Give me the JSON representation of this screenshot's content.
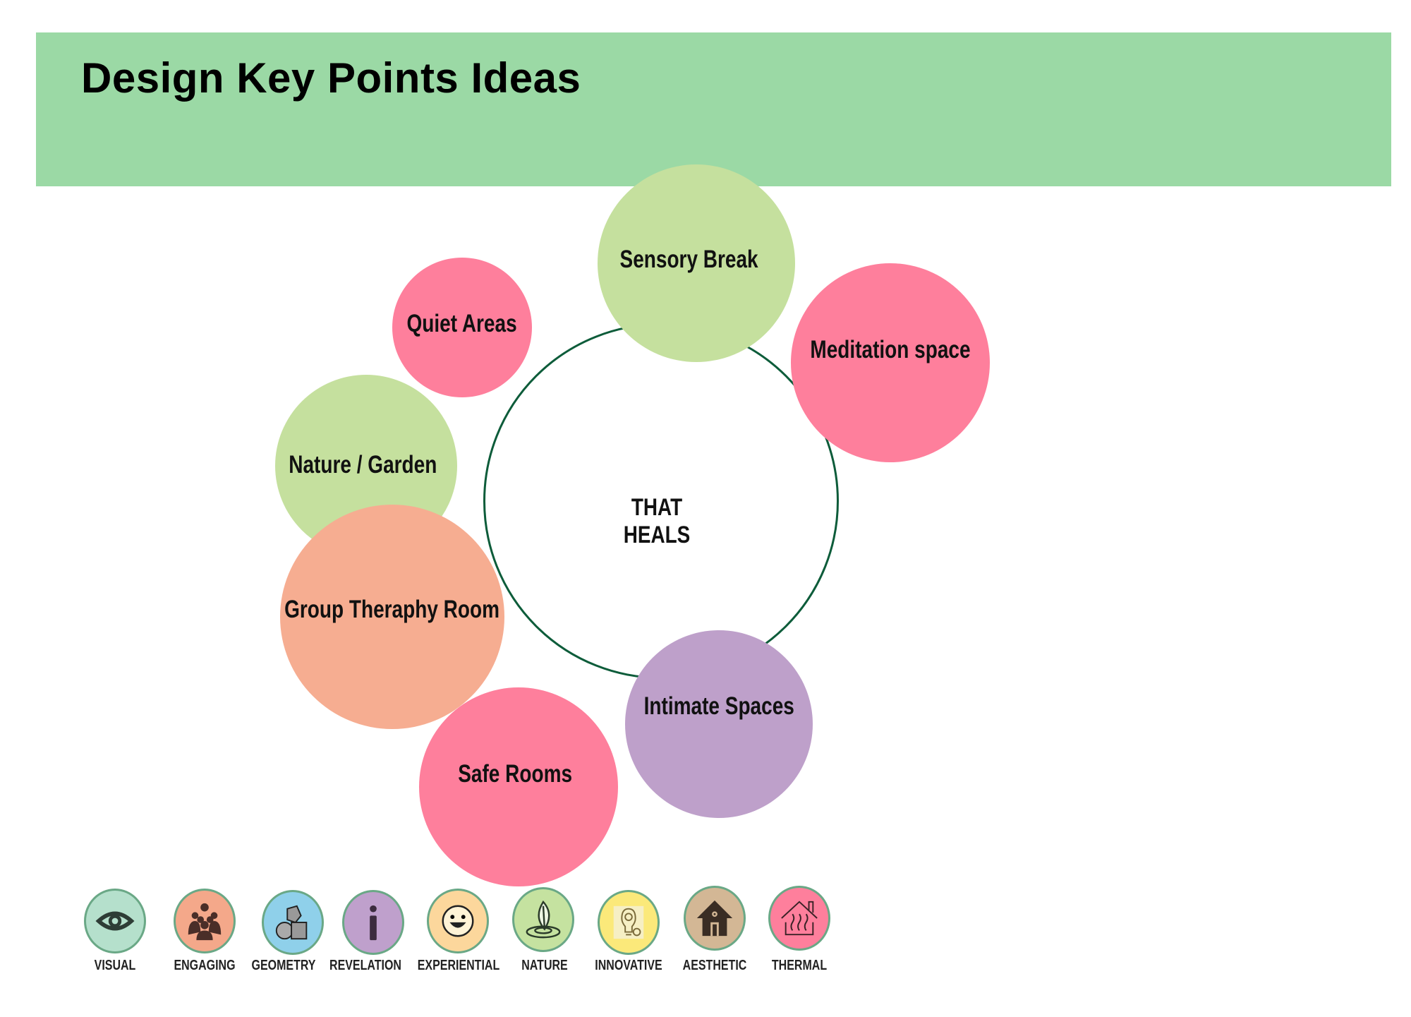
{
  "header": {
    "title": "Design Key Points Ideas"
  },
  "center": {
    "label": "THAT HEALS"
  },
  "bubbles": [
    {
      "label": "Sensory Break",
      "color": "#c5e09e"
    },
    {
      "label": "Meditation space",
      "color": "#fe7f9c"
    },
    {
      "label": "Quiet Areas",
      "color": "#fe7f9c"
    },
    {
      "label": "Nature / Garden",
      "color": "#c5e09e"
    },
    {
      "label": "Group Theraphy Room",
      "color": "#f6ad91"
    },
    {
      "label": "Intimate Spaces",
      "color": "#bea0ca"
    },
    {
      "label": "Safe Rooms",
      "color": "#fe7f9c"
    }
  ],
  "legend": [
    {
      "label": "VISUAL",
      "icon": "eye-icon",
      "color": "#b5e0cc"
    },
    {
      "label": "ENGAGING",
      "icon": "people-icon",
      "color": "#f4a88a"
    },
    {
      "label": "GEOMETRY",
      "icon": "shapes-icon",
      "color": "#8fd0ea"
    },
    {
      "label": "REVELATION",
      "icon": "info-icon",
      "color": "#bfa0cc"
    },
    {
      "label": "EXPERIENTIAL",
      "icon": "smile-icon",
      "color": "#fcd79c"
    },
    {
      "label": "NATURE",
      "icon": "leaf-icon",
      "color": "#c5e2a0"
    },
    {
      "label": "INNOVATIVE",
      "icon": "lightbulb-icon",
      "color": "#fbe97a"
    },
    {
      "label": "AESTHETIC",
      "icon": "house-icon",
      "color": "#d3b795"
    },
    {
      "label": "THERMAL",
      "icon": "heat-house-icon",
      "color": "#fe7f9c"
    }
  ]
}
